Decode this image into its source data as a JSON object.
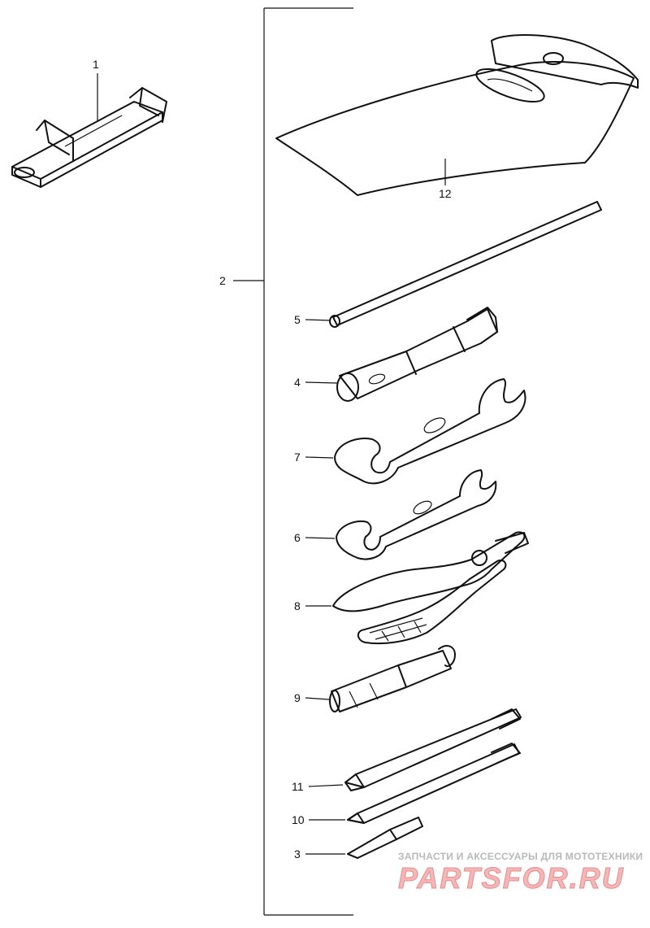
{
  "callouts": {
    "c1": "1",
    "c2": "2",
    "c3": "3",
    "c4": "4",
    "c5": "5",
    "c6": "6",
    "c7": "7",
    "c8": "8",
    "c9": "9",
    "c10": "10",
    "c11": "11",
    "c12": "12"
  },
  "watermark": {
    "line1": "ЗАПЧАСТИ И АКСЕССУАРЫ ДЛЯ МОТОТЕХНИКИ",
    "line2": "PARTSFOR.RU"
  },
  "colors": {
    "ink": "#111111",
    "watermark_text": "#b9b9b9",
    "watermark_logo": "#f4b6b6"
  }
}
